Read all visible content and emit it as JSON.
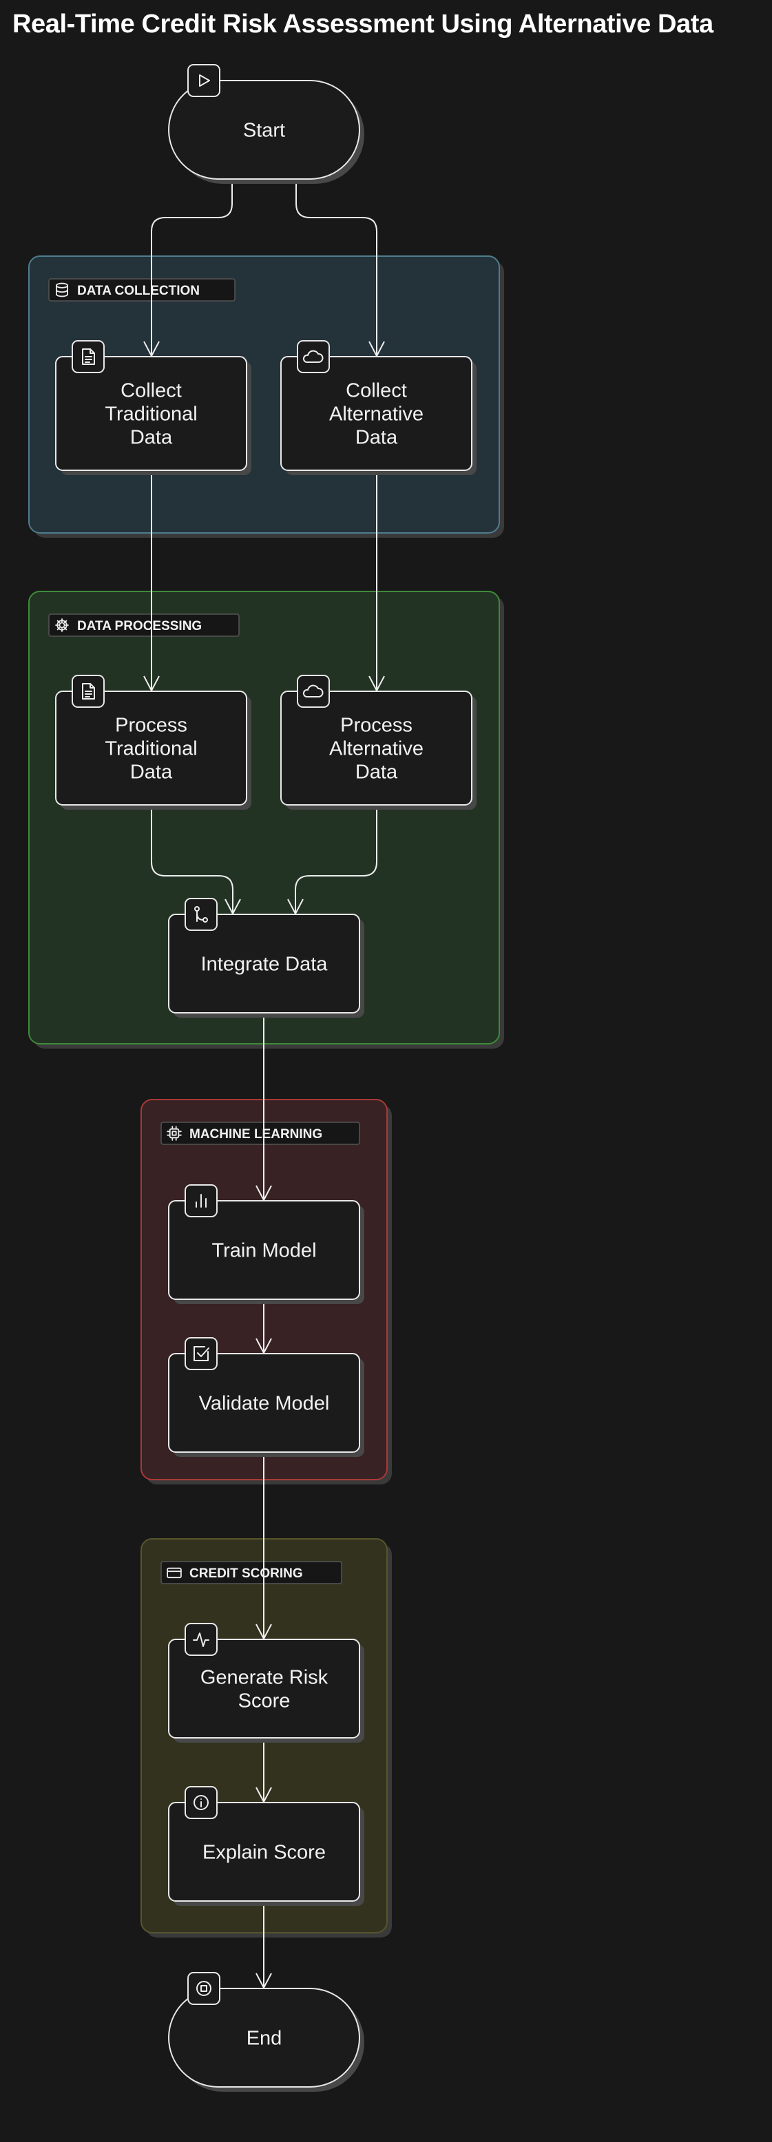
{
  "title": "Real-Time Credit Risk Assessment Using Alternative Data",
  "groups": {
    "data_collection": {
      "label": "DATA COLLECTION",
      "color": "#4e7d8e",
      "fill": "#24323a",
      "icon": "database-icon"
    },
    "data_processing": {
      "label": "DATA PROCESSING",
      "color": "#3f8a3a",
      "fill": "#223323",
      "icon": "gear-icon"
    },
    "machine_learning": {
      "label": "MACHINE LEARNING",
      "color": "#a83a38",
      "fill": "#382224",
      "icon": "chip-icon"
    },
    "credit_scoring": {
      "label": "CREDIT SCORING",
      "color": "#56552c",
      "fill": "#33321f",
      "icon": "credit-card-icon"
    }
  },
  "nodes": {
    "start": {
      "lines": [
        "Start"
      ],
      "icon": "play-icon"
    },
    "collect_traditional": {
      "lines": [
        "Collect",
        "Traditional",
        "Data"
      ],
      "icon": "document-icon"
    },
    "collect_alternative": {
      "lines": [
        "Collect",
        "Alternative",
        "Data"
      ],
      "icon": "cloud-icon"
    },
    "process_traditional": {
      "lines": [
        "Process",
        "Traditional",
        "Data"
      ],
      "icon": "document-icon"
    },
    "process_alternative": {
      "lines": [
        "Process",
        "Alternative",
        "Data"
      ],
      "icon": "cloud-icon"
    },
    "integrate": {
      "lines": [
        "Integrate Data"
      ],
      "icon": "merge-icon"
    },
    "train": {
      "lines": [
        "Train Model"
      ],
      "icon": "bar-chart-icon"
    },
    "validate": {
      "lines": [
        "Validate Model"
      ],
      "icon": "checkbox-icon"
    },
    "generate": {
      "lines": [
        "Generate Risk",
        "Score"
      ],
      "icon": "pulse-icon"
    },
    "explain": {
      "lines": [
        "Explain Score"
      ],
      "icon": "info-icon"
    },
    "end": {
      "lines": [
        "End"
      ],
      "icon": "stop-icon"
    }
  },
  "edges": [
    [
      "start",
      "collect_traditional"
    ],
    [
      "start",
      "collect_alternative"
    ],
    [
      "collect_traditional",
      "process_traditional"
    ],
    [
      "collect_alternative",
      "process_alternative"
    ],
    [
      "process_traditional",
      "integrate"
    ],
    [
      "process_alternative",
      "integrate"
    ],
    [
      "integrate",
      "train"
    ],
    [
      "train",
      "validate"
    ],
    [
      "validate",
      "generate"
    ],
    [
      "generate",
      "explain"
    ],
    [
      "explain",
      "end"
    ]
  ]
}
